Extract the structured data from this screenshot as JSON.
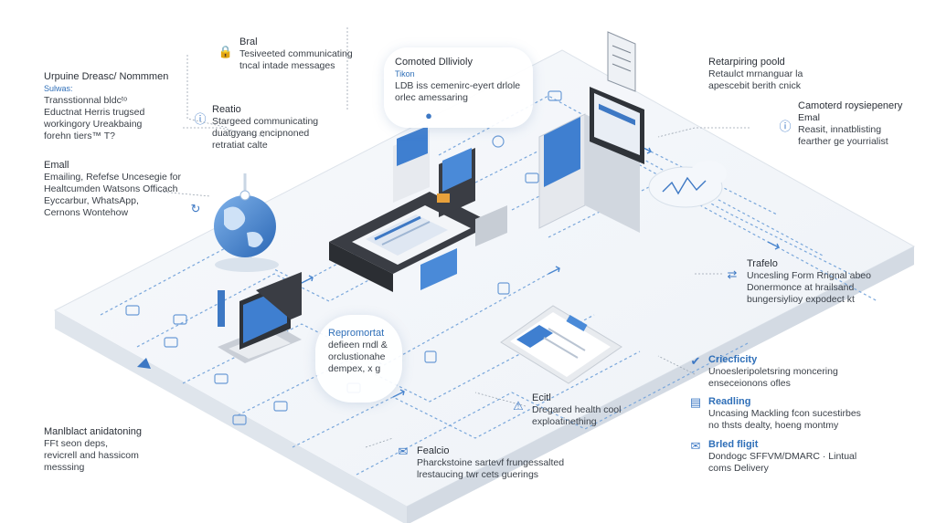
{
  "labels": {
    "top_left": {
      "title": "Urpuine Dreasc/ Nommmen",
      "sub": "Sulwas:",
      "lines": [
        "Transstionnal bldcᵗᵒ",
        "Eductnat Herris trugsed",
        "workingory Ureakbaing",
        "forehn tiers™ T?"
      ]
    },
    "top_center_left": {
      "title": "Bral",
      "lines": [
        "Tesiveeted communicating",
        "tncal intade messages"
      ]
    },
    "left_mid_a": {
      "title": "Reatio",
      "lines": [
        "Stargeed communicating",
        "duatgyang encipnoned",
        "retratiat calte"
      ]
    },
    "left_mid_b": {
      "title": "Emall",
      "lines": [
        "Emailing, Refefse Uncesegie for",
        "Healtcumden Watsons Officach",
        "Eyccarbur, WhatsApp,",
        "Cernons Wontehow"
      ]
    },
    "top_bubble": {
      "title": "Comoted Dllivioly",
      "sub": "Tikon",
      "lines": [
        "LDB iss cemenirc-eyert drlole",
        "orlec amessaring"
      ]
    },
    "top_right": {
      "title": "Retarpiring poold",
      "lines": [
        "Retaulct mrnanguar la",
        "apescebit berith cnick"
      ]
    },
    "right_a": {
      "title": "Camoterd roysiepenery",
      "head": "Emal",
      "lines": [
        "Reasit, innatblisting",
        "fearther ge yourrialist"
      ]
    },
    "right_b": {
      "title": "Trafelo",
      "lines": [
        "Uncesling Form Rrignal abeo",
        "Donermonce at hrailsand",
        "bungersiylioy expodect kt"
      ]
    },
    "center_bubble": {
      "title": "Repromortat",
      "lines": [
        "defieen rndl &",
        "orclustionahe",
        "dempex, x g"
      ]
    },
    "right_c": {
      "title": "Criecficity",
      "lines": [
        "Unoesleripoletsring moncering",
        "enseceionons ofles"
      ]
    },
    "right_d": {
      "title": "Readling",
      "lines": [
        "Uncasing Mackling fcon sucestirbes",
        "no thsts dealty, hoeng montmy"
      ]
    },
    "right_e": {
      "title": "Brled fligit",
      "lines": [
        "Dondogc SFFVM/DMARC · Lintual",
        "coms Delivery"
      ]
    },
    "bottom_left": {
      "title": "Manlblact anidatoning",
      "lines": [
        "FFt seon deps,",
        "revicrell and hassicom",
        "messsing"
      ]
    },
    "bottom_center_a": {
      "title": "Ecitl",
      "lines": [
        "Dregared health cool",
        "exploatinething"
      ]
    },
    "bottom_center_b": {
      "title": "Fealcio",
      "lines": [
        "Pharckstoine sartevf frungessalted",
        "lrestaucing twr cets guerings"
      ]
    }
  },
  "icons": {
    "top_center_left": "lock-icon",
    "left_mid_a": "info-icon",
    "left_mid_b": "refresh-icon",
    "top_bubble": "info-icon",
    "right_a": "info-icon",
    "right_b": "link-icon",
    "right_c": "check-icon",
    "right_d": "doc-icon",
    "right_e": "mail-icon",
    "bottom_center_a": "alert-icon",
    "bottom_center_b": "mail-icon"
  },
  "colors": {
    "accent": "#3d78c4",
    "platform": "#f1f4f8",
    "screen": "#3f7fd0",
    "dark_device": "#3a3d44"
  }
}
